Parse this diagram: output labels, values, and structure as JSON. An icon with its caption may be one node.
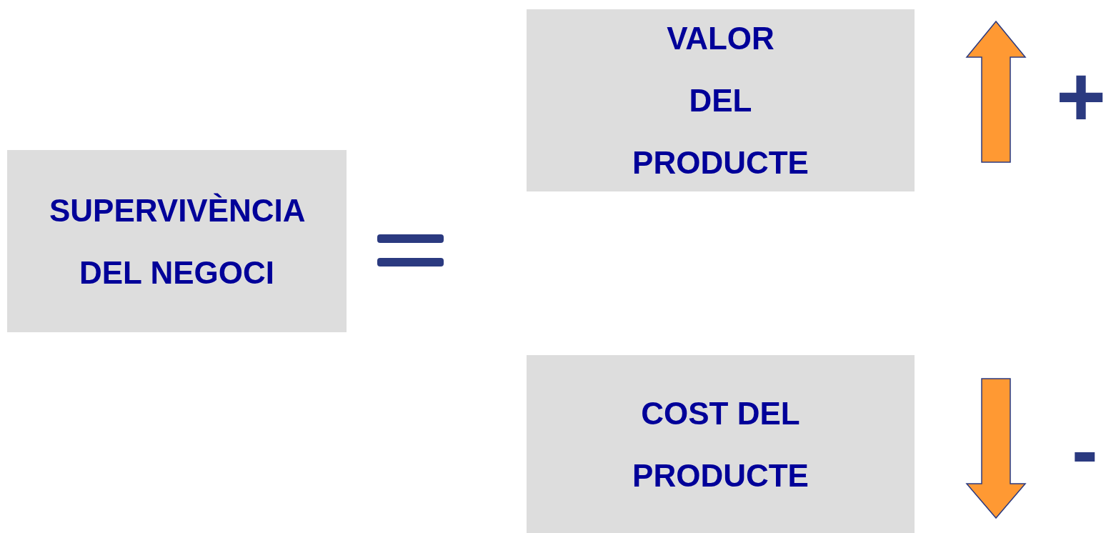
{
  "diagram": {
    "nodes": [
      {
        "text": [
          "SUPERVIVÈNCIA DEL NEGOCI"
        ]
      },
      {
        "text": [
          "VALOR DEL PRODUCTE"
        ]
      },
      {
        "text": [
          "COST DEL PRODUCTE"
        ]
      }
    ],
    "labels": [
      "+",
      "-"
    ]
  }
}
